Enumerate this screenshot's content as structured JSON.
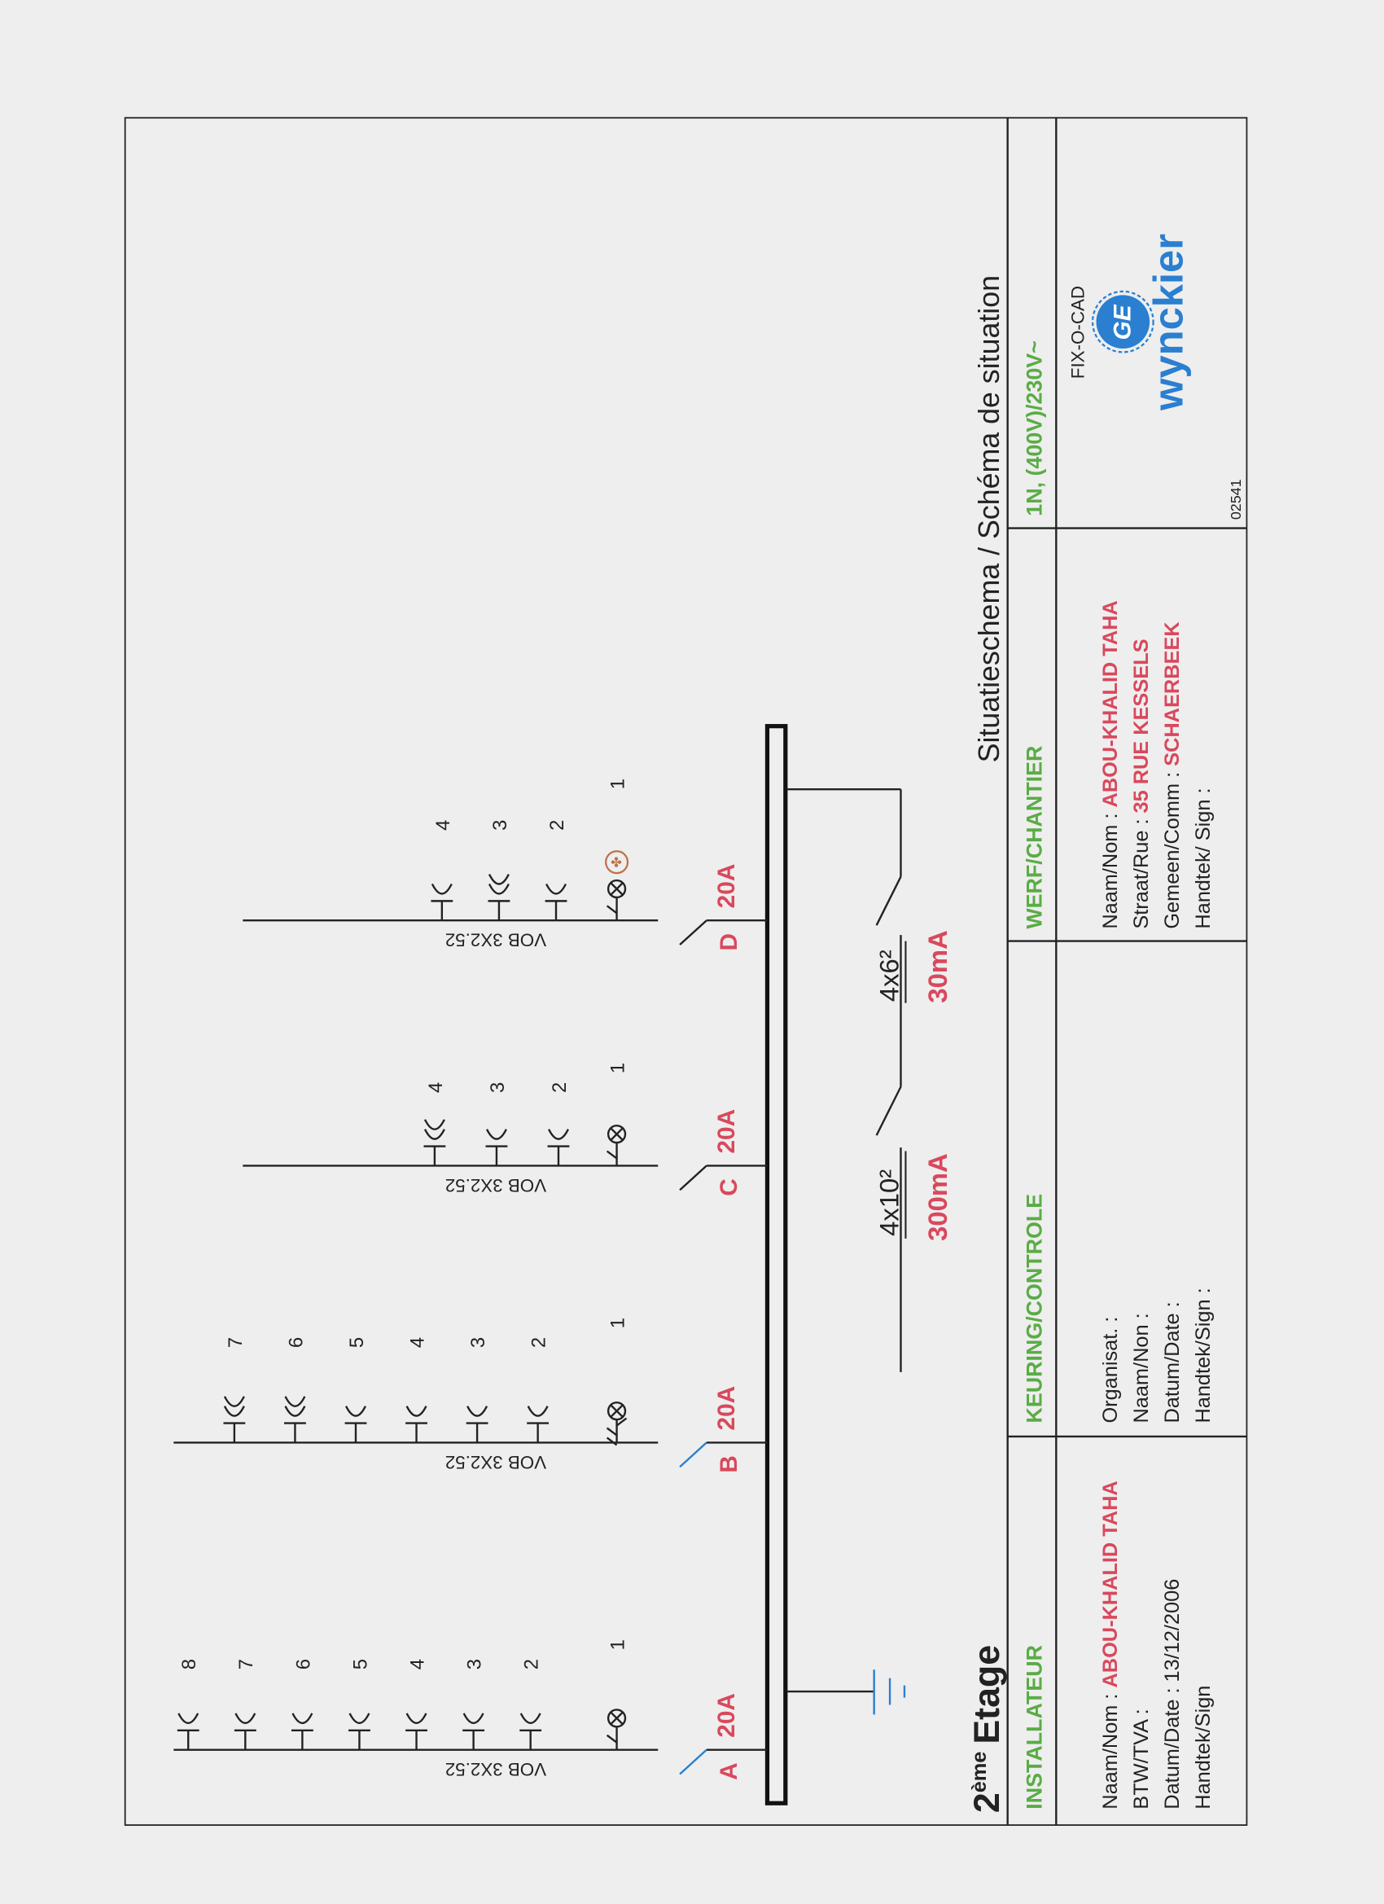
{
  "title": "Situatieschema / Schéma de situation",
  "floor": {
    "prefix": "2",
    "sup": "ème",
    "name": "Etage"
  },
  "colors": {
    "red": "#d9485c",
    "green": "#5aac45",
    "blue": "#2a7fd0",
    "ink": "#222222"
  },
  "circuits": [
    {
      "id": "A",
      "breaker": "20A",
      "cable": "VOB 3X2.52",
      "loads": [
        {
          "n": "1",
          "type": "light"
        },
        {
          "n": "2",
          "type": "socket"
        },
        {
          "n": "3",
          "type": "socket"
        },
        {
          "n": "4",
          "type": "socket"
        },
        {
          "n": "5",
          "type": "socket"
        },
        {
          "n": "6",
          "type": "socket"
        },
        {
          "n": "7",
          "type": "socket"
        },
        {
          "n": "8",
          "type": "socket"
        }
      ]
    },
    {
      "id": "B",
      "breaker": "20A",
      "cable": "VOB 3X2.52",
      "loads": [
        {
          "n": "1",
          "type": "light-2way"
        },
        {
          "n": "2",
          "type": "socket"
        },
        {
          "n": "3",
          "type": "socket"
        },
        {
          "n": "4",
          "type": "socket"
        },
        {
          "n": "5",
          "type": "socket"
        },
        {
          "n": "6",
          "type": "socket-double"
        },
        {
          "n": "7",
          "type": "socket-double"
        }
      ]
    },
    {
      "id": "C",
      "breaker": "20A",
      "cable": "VOB 3X2.52",
      "loads": [
        {
          "n": "1",
          "type": "light"
        },
        {
          "n": "2",
          "type": "socket"
        },
        {
          "n": "3",
          "type": "socket"
        },
        {
          "n": "4",
          "type": "socket-double"
        }
      ]
    },
    {
      "id": "D",
      "breaker": "20A",
      "cable": "VOB 3X2.52",
      "loads": [
        {
          "n": "1",
          "type": "light-fan"
        },
        {
          "n": "2",
          "type": "socket"
        },
        {
          "n": "3",
          "type": "socket-double"
        },
        {
          "n": "4",
          "type": "socket"
        }
      ]
    }
  ],
  "main_feed": {
    "cable": "4x10²",
    "rcd": "300mA"
  },
  "sub_feed": {
    "cable": "4x6²",
    "rcd": "30mA"
  },
  "title_block": {
    "installateur": {
      "header": "INSTALLATEUR",
      "rows": [
        {
          "label": "Naam/Nom : ",
          "value": "ABOU-KHALID TAHA"
        },
        {
          "label": "BTW/TVA :",
          "value": ""
        },
        {
          "label": "Datum/Date :  13/12/2006",
          "value": ""
        },
        {
          "label": "Handtek/Sign",
          "value": ""
        }
      ]
    },
    "keuring": {
      "header": "KEURING/CONTROLE",
      "rows": [
        {
          "label": "Organisat. :",
          "value": ""
        },
        {
          "label": "Naam/Non :",
          "value": ""
        },
        {
          "label": "Datum/Date :",
          "value": ""
        },
        {
          "label": "Handtek/Sign :",
          "value": ""
        }
      ]
    },
    "werf": {
      "header": "WERF/CHANTIER",
      "rows": [
        {
          "label": "Naam/Nom : ",
          "value": "ABOU-KHALID TAHA"
        },
        {
          "label": "Straat/Rue :     ",
          "value": "35  RUE KESSELS"
        },
        {
          "label": "Gemeen/Comm : ",
          "value": "SCHAERBEEK"
        },
        {
          "label": "Handtek/ Sign :",
          "value": ""
        }
      ]
    },
    "supply": "1N, (400V)/230V~",
    "software": "FIX-O-CAD",
    "brand": "wynckier",
    "brand_mark": "GE",
    "doc_number": "02541"
  }
}
